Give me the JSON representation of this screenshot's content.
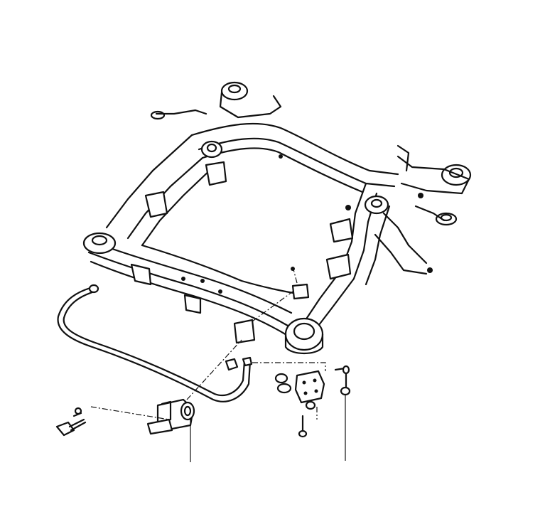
{
  "diagram": {
    "kind": "exploded line drawing",
    "colors": {
      "ink": "#111111",
      "background": "#ffffff"
    },
    "parts": [
      "front-subframe",
      "stabilizer-bar",
      "stabilizer-bar-bushing",
      "bushing-clamp",
      "clamp-bolt",
      "stabilizer-link",
      "link-nut",
      "link-washer",
      "mount-bracket",
      "bracket-bolt"
    ],
    "callout_labels": []
  }
}
